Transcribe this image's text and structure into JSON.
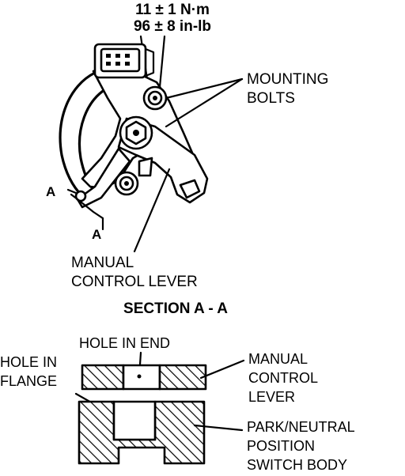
{
  "torque": {
    "metric": "11 ± 1 N·m",
    "imperial": "96 ± 8 in-lb"
  },
  "labels": {
    "mounting_bolts_1": "MOUNTING",
    "mounting_bolts_2": "BOLTS",
    "section_marker_a1": "A",
    "section_marker_a2": "A",
    "manual_control_lever_1": "MANUAL",
    "manual_control_lever_2": "CONTROL LEVER",
    "section_title": "SECTION A - A",
    "hole_in_end": "HOLE IN END",
    "hole_in_flange_1": "HOLE IN",
    "hole_in_flange_2": "FLANGE",
    "section_lever_1": "MANUAL",
    "section_lever_2": "CONTROL",
    "section_lever_3": "LEVER",
    "switch_body_1": "PARK/NEUTRAL",
    "switch_body_2": "POSITION",
    "switch_body_3": "SWITCH BODY"
  }
}
